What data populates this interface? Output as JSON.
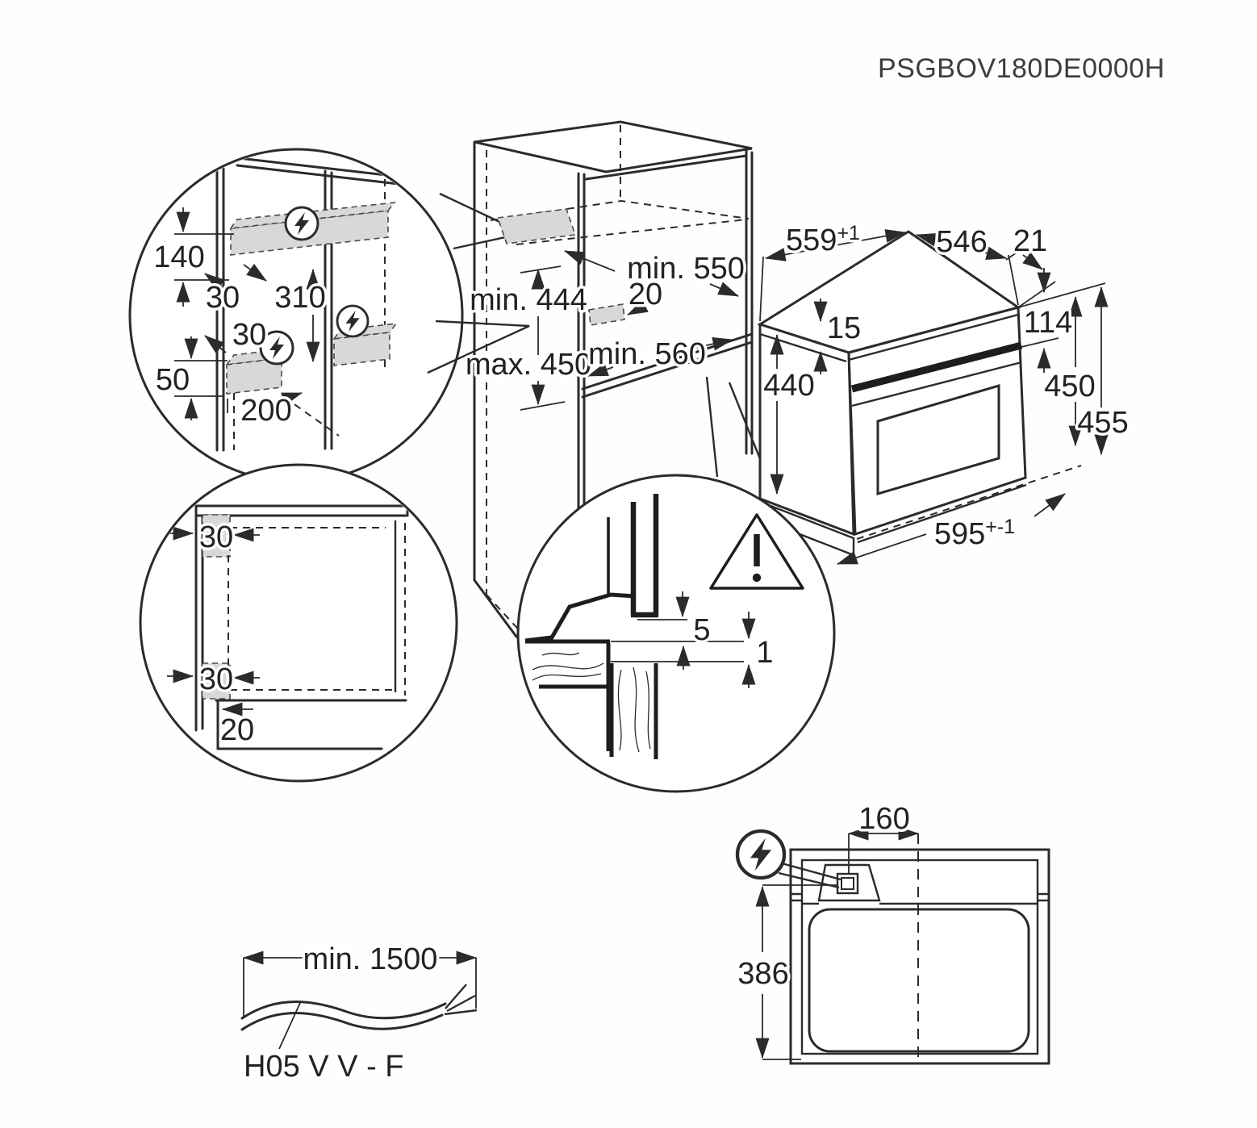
{
  "part_number": "PSGBOV180DE0000H",
  "colors": {
    "line": "#2b2b2b",
    "zone_fill": "#d8d8d8",
    "background": "#fefefe"
  },
  "icons": {
    "electrical": "lightning-bolt",
    "warning": "exclamation-triangle"
  },
  "detail_electrical": {
    "d140": "140",
    "d30_top": "30",
    "d310": "310",
    "d30_mid": "30",
    "d50": "50",
    "d200": "200"
  },
  "cabinet": {
    "min550": "min. 550",
    "d20": "20",
    "min444": "min. 444",
    "max450": "max. 450",
    "min560": "min. 560"
  },
  "oven": {
    "w559": "559",
    "w559_sup": "+1",
    "d546": "546",
    "d21": "21",
    "d15": "15",
    "d114": "114",
    "d440": "440",
    "d450": "450",
    "d455": "455",
    "w595": "595",
    "w595_sup": "+-1"
  },
  "detail_corner": {
    "d30_top": "30",
    "d30_bottom": "30",
    "d20": "20"
  },
  "detail_gap": {
    "d5": "5",
    "d1": "1"
  },
  "cable": {
    "min_length": "min. 1500",
    "type": "H05 V V - F"
  },
  "top_view": {
    "d160": "160",
    "d386": "386"
  }
}
